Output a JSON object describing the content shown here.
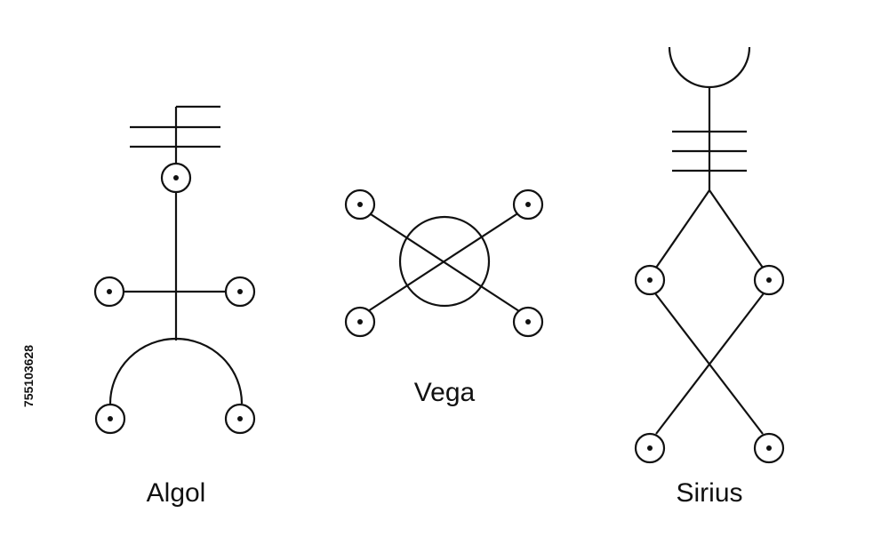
{
  "sigils": {
    "algol": {
      "label": "Algol"
    },
    "vega": {
      "label": "Vega"
    },
    "sirius": {
      "label": "Sirius"
    }
  },
  "watermark": {
    "stock_id": "755103628"
  },
  "colors": {
    "ink": "#111111",
    "background": "#ffffff"
  }
}
